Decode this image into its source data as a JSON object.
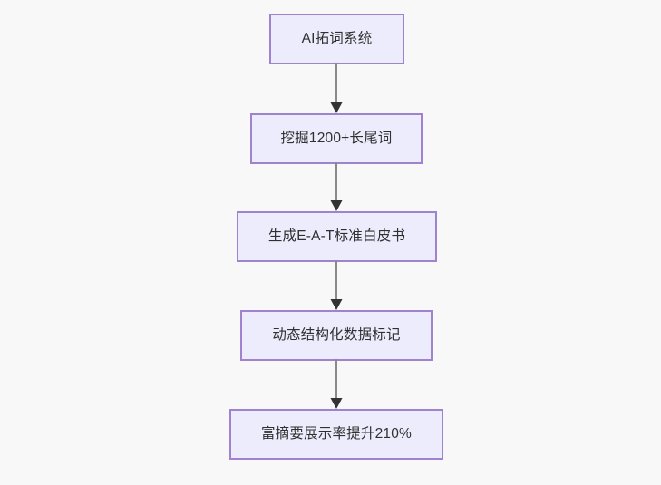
{
  "diagram": {
    "type": "flowchart",
    "direction": "top-to-bottom",
    "background_color": "#f8f8f8",
    "node_fill_color": "#ececfc",
    "node_border_color": "#9f83cf",
    "node_text_color": "#303030",
    "edge_line_color": "#8a8a8a",
    "edge_arrow_color": "#333333",
    "nodes": [
      {
        "id": "n0",
        "label": "AI拓词系统"
      },
      {
        "id": "n1",
        "label": "挖掘1200+长尾词"
      },
      {
        "id": "n2",
        "label": "生成E-A-T标准白皮书"
      },
      {
        "id": "n3",
        "label": "动态结构化数据标记"
      },
      {
        "id": "n4",
        "label": "富摘要展示率提升210%"
      }
    ],
    "edges": [
      {
        "id": "e0",
        "from": "n0",
        "to": "n1",
        "label": "",
        "arrow": "arrow-down-icon"
      },
      {
        "id": "e1",
        "from": "n1",
        "to": "n2",
        "label": "",
        "arrow": "arrow-down-icon"
      },
      {
        "id": "e2",
        "from": "n2",
        "to": "n3",
        "label": "",
        "arrow": "arrow-down-icon"
      },
      {
        "id": "e3",
        "from": "n3",
        "to": "n4",
        "label": "",
        "arrow": "arrow-down-icon"
      }
    ]
  }
}
